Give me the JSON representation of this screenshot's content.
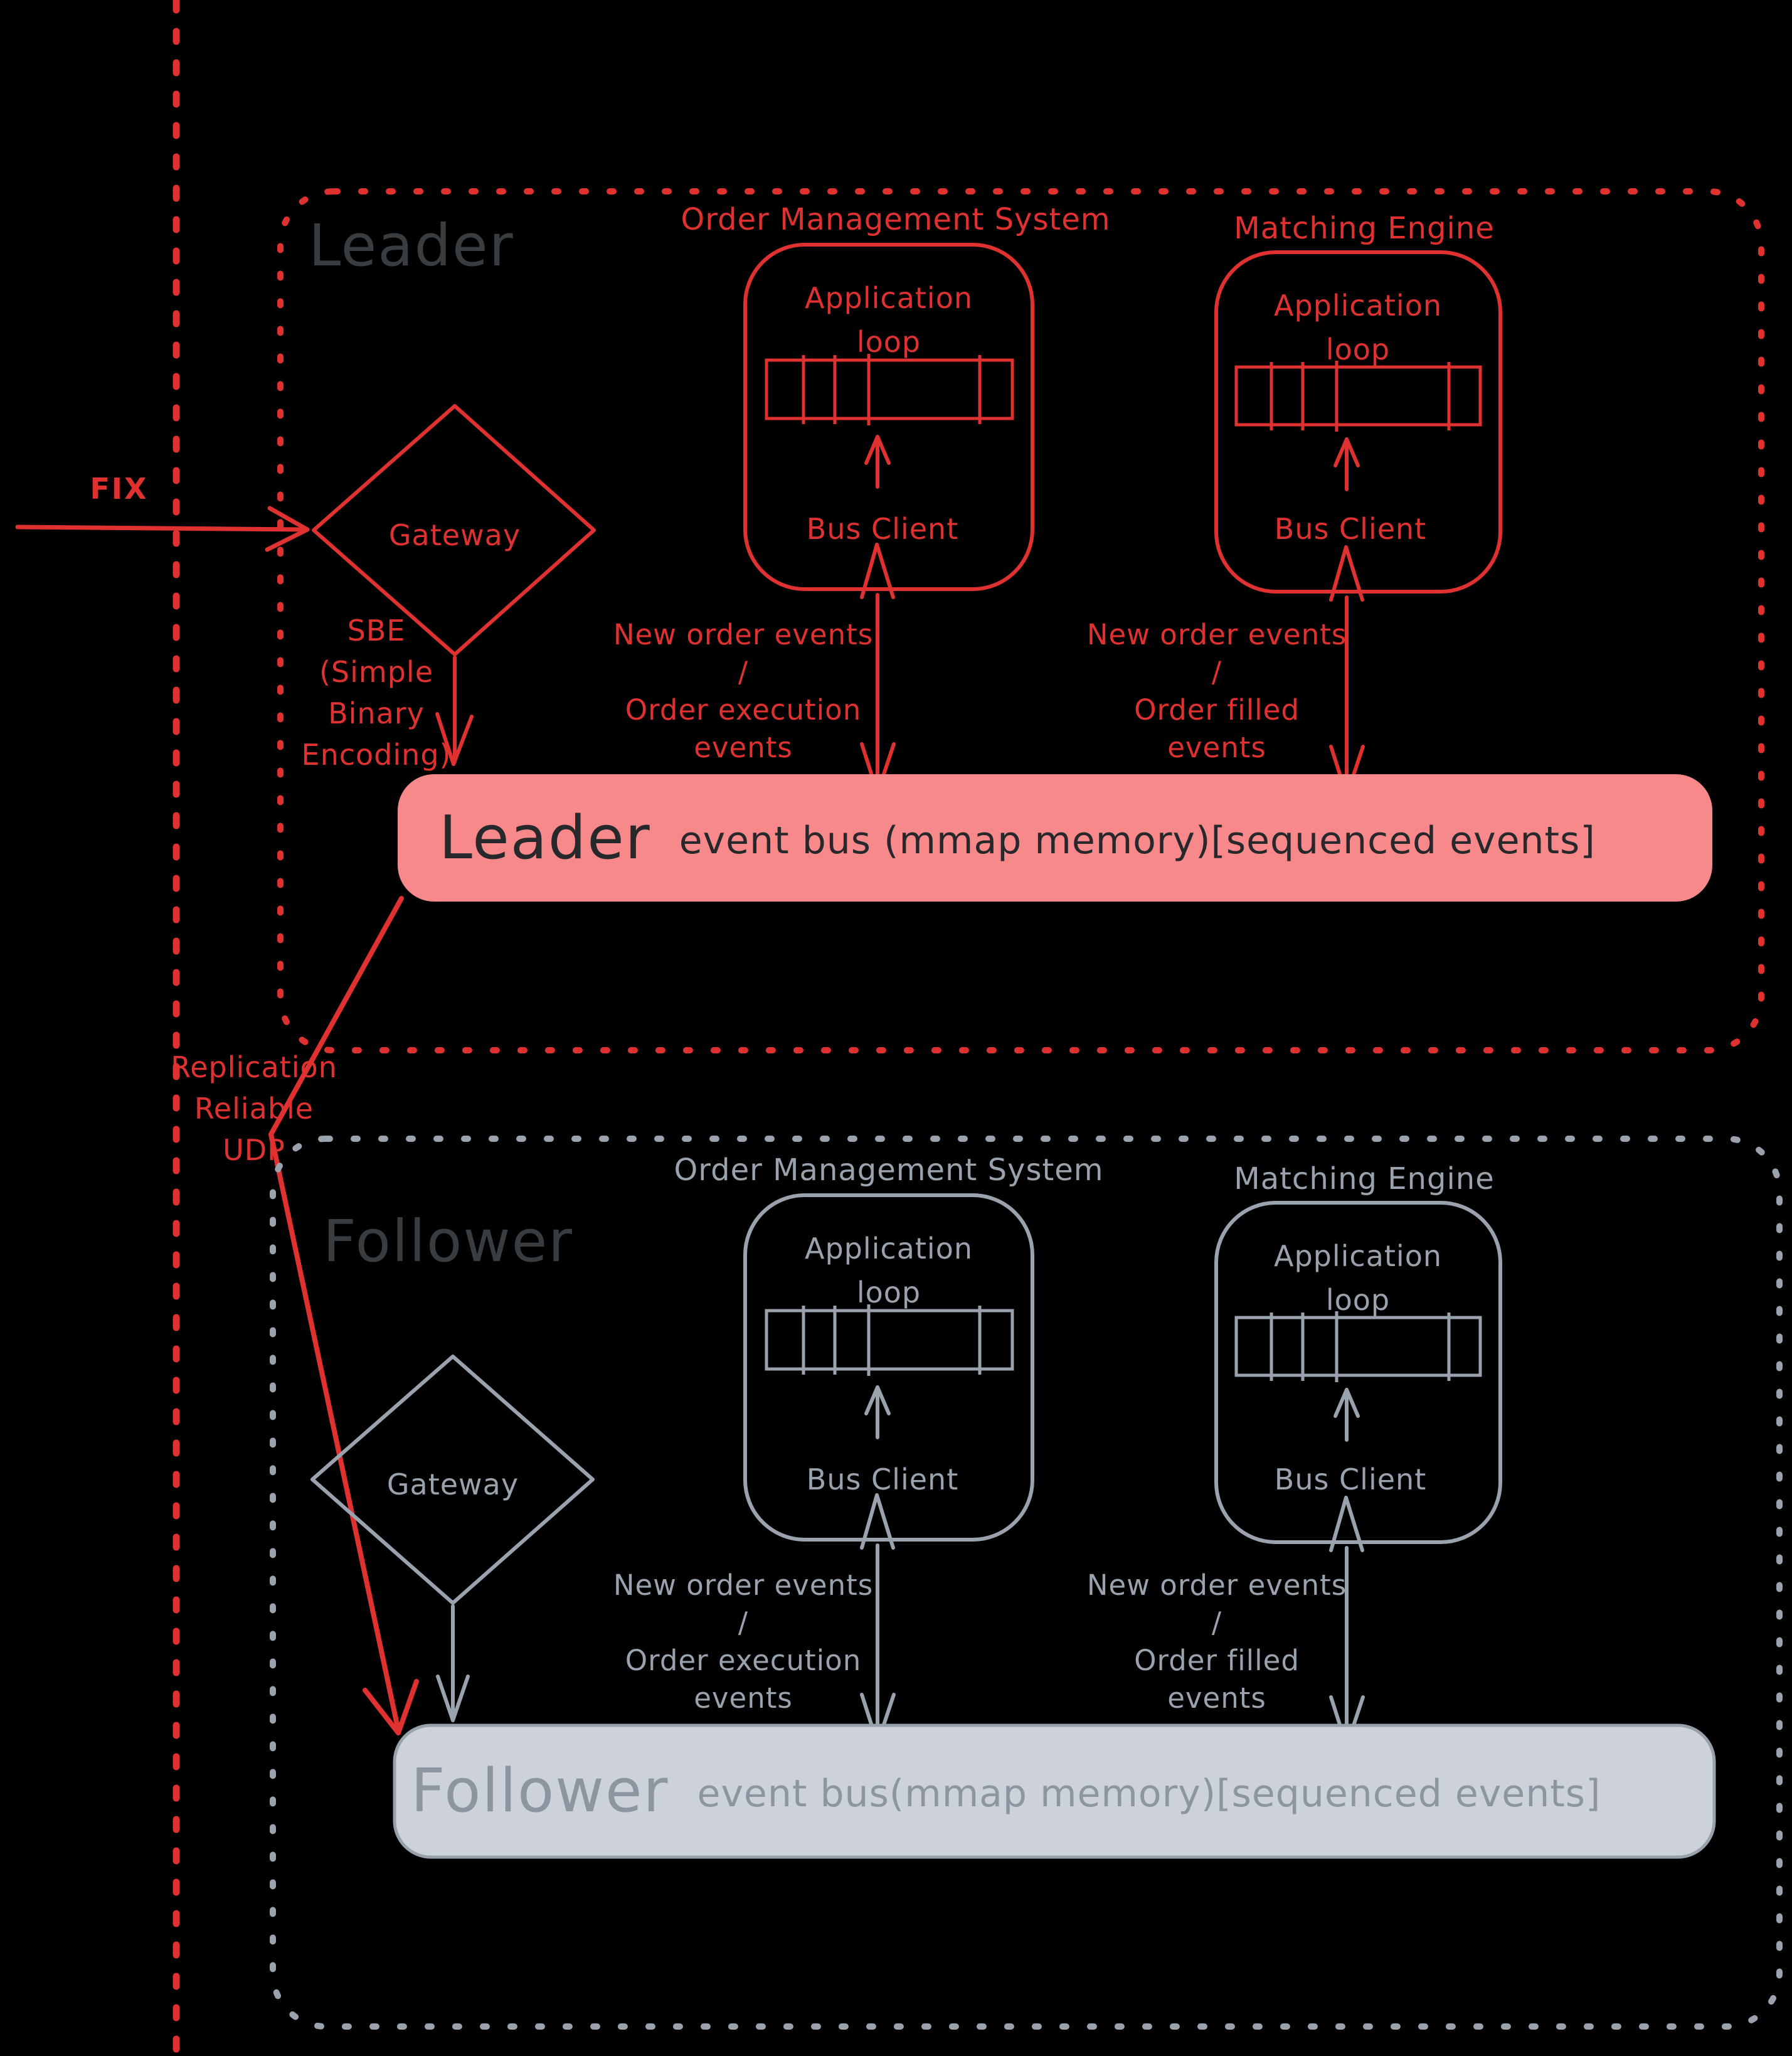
{
  "colors": {
    "background": "#000000",
    "red_accent": "#e03131",
    "gray_accent": "#99a2ad",
    "section_label_dark": "#383d42",
    "leader_bus_fill": "#f8898b",
    "leader_bus_text": "#26282b",
    "follower_bus_fill": "#ccd2d8",
    "follower_bus_text": "#8c95a0"
  },
  "external": {
    "fix_label": "FIX"
  },
  "leader": {
    "label": "Leader",
    "gateway_label": "Gateway",
    "sbe_note": {
      "line1": "SBE",
      "line2": "(Simple",
      "line3": "Binary",
      "line4": "Encoding)"
    },
    "oms": {
      "title": "Order Management System",
      "loop_line1": "Application",
      "loop_line2": "loop",
      "client_label": "Bus Client"
    },
    "me": {
      "title": "Matching Engine",
      "loop_line1": "Application",
      "loop_line2": "loop",
      "client_label": "Bus Client"
    },
    "oms_flow": {
      "line1": "New order events",
      "line2": "/",
      "line3": "Order execution",
      "line4": "events"
    },
    "me_flow": {
      "line1": "New order events",
      "line2": "/",
      "line3": "Order filled",
      "line4": "events"
    },
    "bus": {
      "name": "Leader",
      "desc": "event bus (mmap memory)[sequenced events]"
    }
  },
  "replication_note": {
    "line1": "Replication",
    "line2": "Reliable",
    "line3": "UDP"
  },
  "follower": {
    "label": "Follower",
    "gateway_label": "Gateway",
    "oms": {
      "title": "Order Management System",
      "loop_line1": "Application",
      "loop_line2": "loop",
      "client_label": "Bus Client"
    },
    "me": {
      "title": "Matching Engine",
      "loop_line1": "Application",
      "loop_line2": "loop",
      "client_label": "Bus Client"
    },
    "oms_flow": {
      "line1": "New order events",
      "line2": "/",
      "line3": "Order execution",
      "line4": "events"
    },
    "me_flow": {
      "line1": "New order events",
      "line2": "/",
      "line3": "Order filled",
      "line4": "events"
    },
    "bus": {
      "name": "Follower",
      "desc": "event bus(mmap memory)[sequenced events]"
    }
  }
}
